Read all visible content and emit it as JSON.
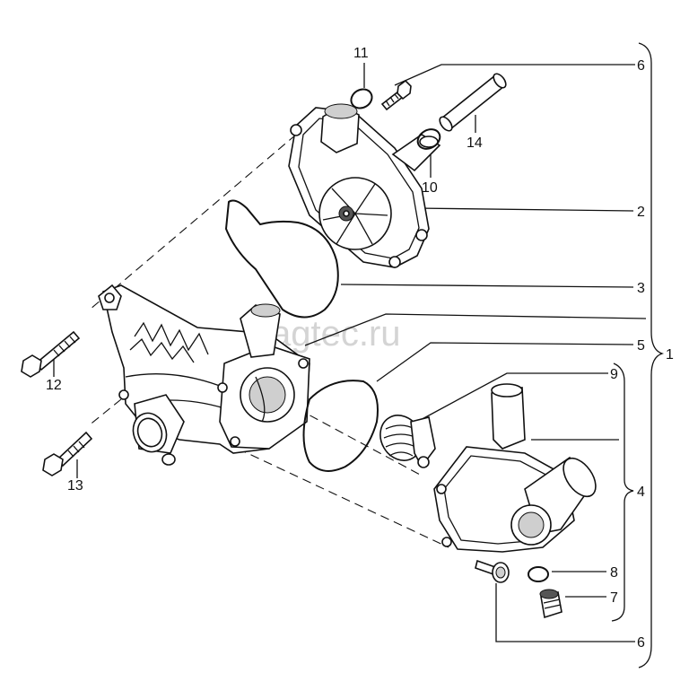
{
  "watermark": "vagtec.ru",
  "callouts": {
    "c1": "1",
    "c2": "2",
    "c3": "3",
    "c4": "4",
    "c5": "5",
    "c6_top": "6",
    "c6_bottom": "6",
    "c7": "7",
    "c8": "8",
    "c9": "9",
    "c10": "10",
    "c11": "11",
    "c12": "12",
    "c13": "13",
    "c14": "14"
  }
}
